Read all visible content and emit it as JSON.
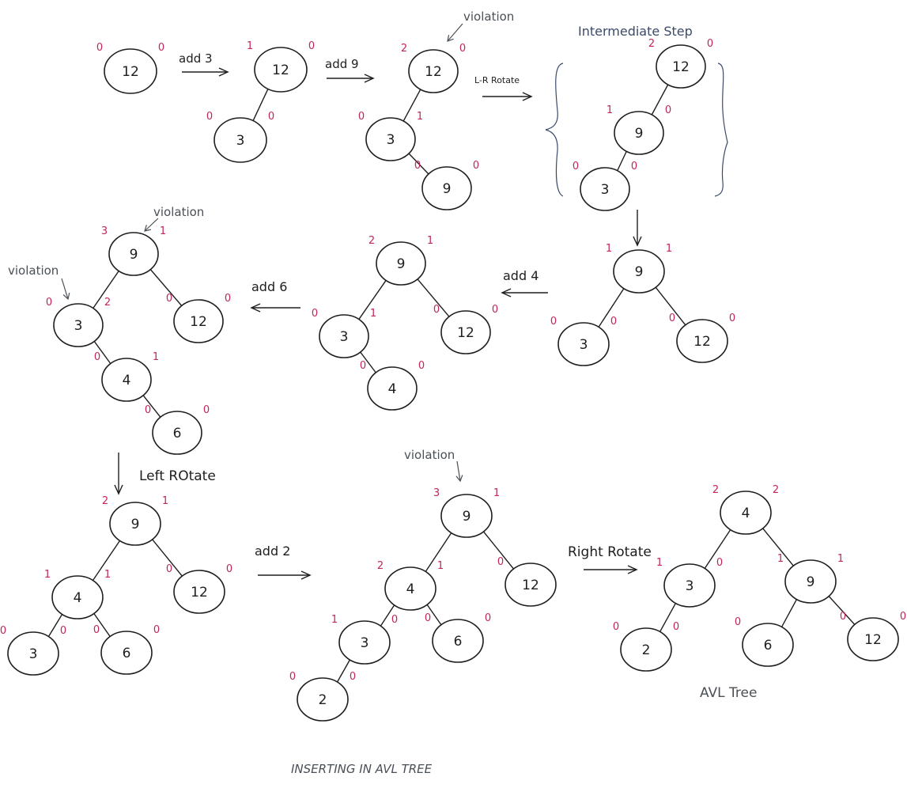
{
  "colors": {
    "ink": "#1e1e1e",
    "balance": "#c2255c",
    "note": "#495057",
    "intermediate": "#3a4a6b"
  },
  "caption": "INSERTING IN AVL TREE",
  "final_label": "AVL Tree",
  "intermediate_label": "Intermediate Step",
  "steps": [
    {
      "id": "s1",
      "nodes": [
        {
          "id": "n12",
          "value": "12",
          "bl": "0",
          "br": "0"
        }
      ],
      "edges": []
    },
    {
      "id": "s2",
      "nodes": [
        {
          "id": "n12",
          "value": "12",
          "bl": "1",
          "br": "0"
        },
        {
          "id": "n3",
          "value": "3",
          "bl": "0",
          "br": "0"
        }
      ],
      "edges": [
        [
          "n12",
          "n3"
        ]
      ]
    },
    {
      "id": "s3",
      "nodes": [
        {
          "id": "n12",
          "value": "12",
          "bl": "2",
          "br": "0"
        },
        {
          "id": "n3",
          "value": "3",
          "bl": "0",
          "br": "1"
        },
        {
          "id": "n9",
          "value": "9",
          "bl": "0",
          "br": "0"
        }
      ],
      "edges": [
        [
          "n12",
          "n3"
        ],
        [
          "n3",
          "n9"
        ]
      ]
    },
    {
      "id": "s4",
      "nodes": [
        {
          "id": "n12",
          "value": "12",
          "bl": "2",
          "br": "0"
        },
        {
          "id": "n9",
          "value": "9",
          "bl": "1",
          "br": "0"
        },
        {
          "id": "n3",
          "value": "3",
          "bl": "0",
          "br": "0"
        }
      ],
      "edges": [
        [
          "n12",
          "n9"
        ],
        [
          "n9",
          "n3"
        ]
      ]
    },
    {
      "id": "s5",
      "nodes": [
        {
          "id": "n9",
          "value": "9",
          "bl": "1",
          "br": "1"
        },
        {
          "id": "n3",
          "value": "3",
          "bl": "0",
          "br": "0"
        },
        {
          "id": "n12",
          "value": "12",
          "bl": "0",
          "br": "0"
        }
      ],
      "edges": [
        [
          "n9",
          "n3"
        ],
        [
          "n9",
          "n12"
        ]
      ]
    },
    {
      "id": "s6",
      "nodes": [
        {
          "id": "n9",
          "value": "9",
          "bl": "2",
          "br": "1"
        },
        {
          "id": "n3",
          "value": "3",
          "bl": "0",
          "br": "1"
        },
        {
          "id": "n12",
          "value": "12",
          "bl": "0",
          "br": "0"
        },
        {
          "id": "n4",
          "value": "4",
          "bl": "0",
          "br": "0"
        }
      ],
      "edges": [
        [
          "n9",
          "n3"
        ],
        [
          "n9",
          "n12"
        ],
        [
          "n3",
          "n4"
        ]
      ]
    },
    {
      "id": "s7",
      "nodes": [
        {
          "id": "n9",
          "value": "9",
          "bl": "3",
          "br": "1"
        },
        {
          "id": "n3",
          "value": "3",
          "bl": "0",
          "br": "2"
        },
        {
          "id": "n12",
          "value": "12",
          "bl": "0",
          "br": "0"
        },
        {
          "id": "n4",
          "value": "4",
          "bl": "0",
          "br": "1"
        },
        {
          "id": "n6",
          "value": "6",
          "bl": "0",
          "br": "0"
        }
      ],
      "edges": [
        [
          "n9",
          "n3"
        ],
        [
          "n9",
          "n12"
        ],
        [
          "n3",
          "n4"
        ],
        [
          "n4",
          "n6"
        ]
      ]
    },
    {
      "id": "s8",
      "nodes": [
        {
          "id": "n9",
          "value": "9",
          "bl": "2",
          "br": "1"
        },
        {
          "id": "n4",
          "value": "4",
          "bl": "1",
          "br": "1"
        },
        {
          "id": "n12",
          "value": "12",
          "bl": "0",
          "br": "0"
        },
        {
          "id": "n3",
          "value": "3",
          "bl": "0",
          "br": "0"
        },
        {
          "id": "n6",
          "value": "6",
          "bl": "0",
          "br": "0"
        }
      ],
      "edges": [
        [
          "n9",
          "n4"
        ],
        [
          "n9",
          "n12"
        ],
        [
          "n4",
          "n3"
        ],
        [
          "n4",
          "n6"
        ]
      ]
    },
    {
      "id": "s9",
      "nodes": [
        {
          "id": "n9",
          "value": "9",
          "bl": "3",
          "br": "1"
        },
        {
          "id": "n4",
          "value": "4",
          "bl": "2",
          "br": "1"
        },
        {
          "id": "n12",
          "value": "12",
          "bl": "0",
          "br": ""
        },
        {
          "id": "n3",
          "value": "3",
          "bl": "1",
          "br": "0"
        },
        {
          "id": "n6",
          "value": "6",
          "bl": "0",
          "br": "0"
        },
        {
          "id": "n2",
          "value": "2",
          "bl": "0",
          "br": "0"
        }
      ],
      "edges": [
        [
          "n9",
          "n4"
        ],
        [
          "n9",
          "n12"
        ],
        [
          "n4",
          "n3"
        ],
        [
          "n4",
          "n6"
        ],
        [
          "n3",
          "n2"
        ]
      ]
    },
    {
      "id": "s10",
      "nodes": [
        {
          "id": "n4",
          "value": "4",
          "bl": "2",
          "br": "2"
        },
        {
          "id": "n3",
          "value": "3",
          "bl": "1",
          "br": "0"
        },
        {
          "id": "n9",
          "value": "9",
          "bl": "1",
          "br": "1"
        },
        {
          "id": "n2",
          "value": "2",
          "bl": "0",
          "br": "0"
        },
        {
          "id": "n6",
          "value": "6",
          "bl": "0",
          "br": ""
        },
        {
          "id": "n12",
          "value": "12",
          "bl": "0",
          "br": "0"
        }
      ],
      "edges": [
        [
          "n4",
          "n3"
        ],
        [
          "n4",
          "n9"
        ],
        [
          "n3",
          "n2"
        ],
        [
          "n9",
          "n6"
        ],
        [
          "n9",
          "n12"
        ]
      ]
    }
  ],
  "operations": [
    {
      "id": "op1",
      "text": "add 3"
    },
    {
      "id": "op2",
      "text": "add 9"
    },
    {
      "id": "op3",
      "text": "L-R Rotate"
    },
    {
      "id": "op4",
      "text": ""
    },
    {
      "id": "op5",
      "text": "add 4"
    },
    {
      "id": "op6",
      "text": "add 6"
    },
    {
      "id": "op7",
      "text": "Left ROtate"
    },
    {
      "id": "op8",
      "text": "add 2"
    },
    {
      "id": "op9",
      "text": "Right Rotate"
    }
  ],
  "notes": [
    {
      "id": "v1",
      "text": "violation"
    },
    {
      "id": "v2",
      "text": "violation"
    },
    {
      "id": "v3",
      "text": "violation"
    },
    {
      "id": "v4",
      "text": "violation"
    }
  ]
}
